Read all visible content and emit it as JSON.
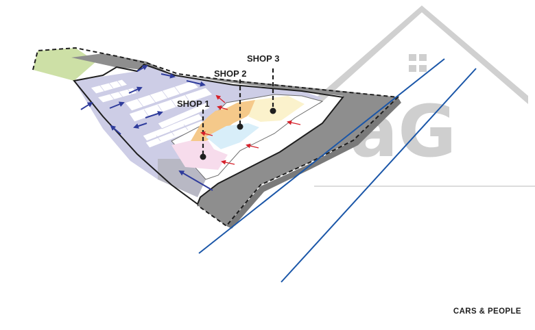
{
  "shops": [
    {
      "label": "SHOP 1",
      "color": "#f7dcec"
    },
    {
      "label": "SHOP 2",
      "color": "#f5c98a"
    },
    {
      "label": "SHOP 3",
      "color": "#fbf2cc"
    }
  ],
  "caption": "CARS & PEOPLE",
  "logo": {
    "letters": "aG",
    "color": "#cfcfcf"
  },
  "legend_meaning": {
    "car_flow_arrows": "car-arrow-icon",
    "pedestrian_arrows": "people-arrow-icon"
  },
  "colors": {
    "parking": "#cdcde6",
    "road": "#8f8f8f",
    "green_area": "#cde0a6",
    "entrance_pad": "#d8eef9",
    "car_arrow": "#2f3c9c",
    "people_arrow": "#d6202a",
    "rail_lines": "#1a56a8"
  }
}
